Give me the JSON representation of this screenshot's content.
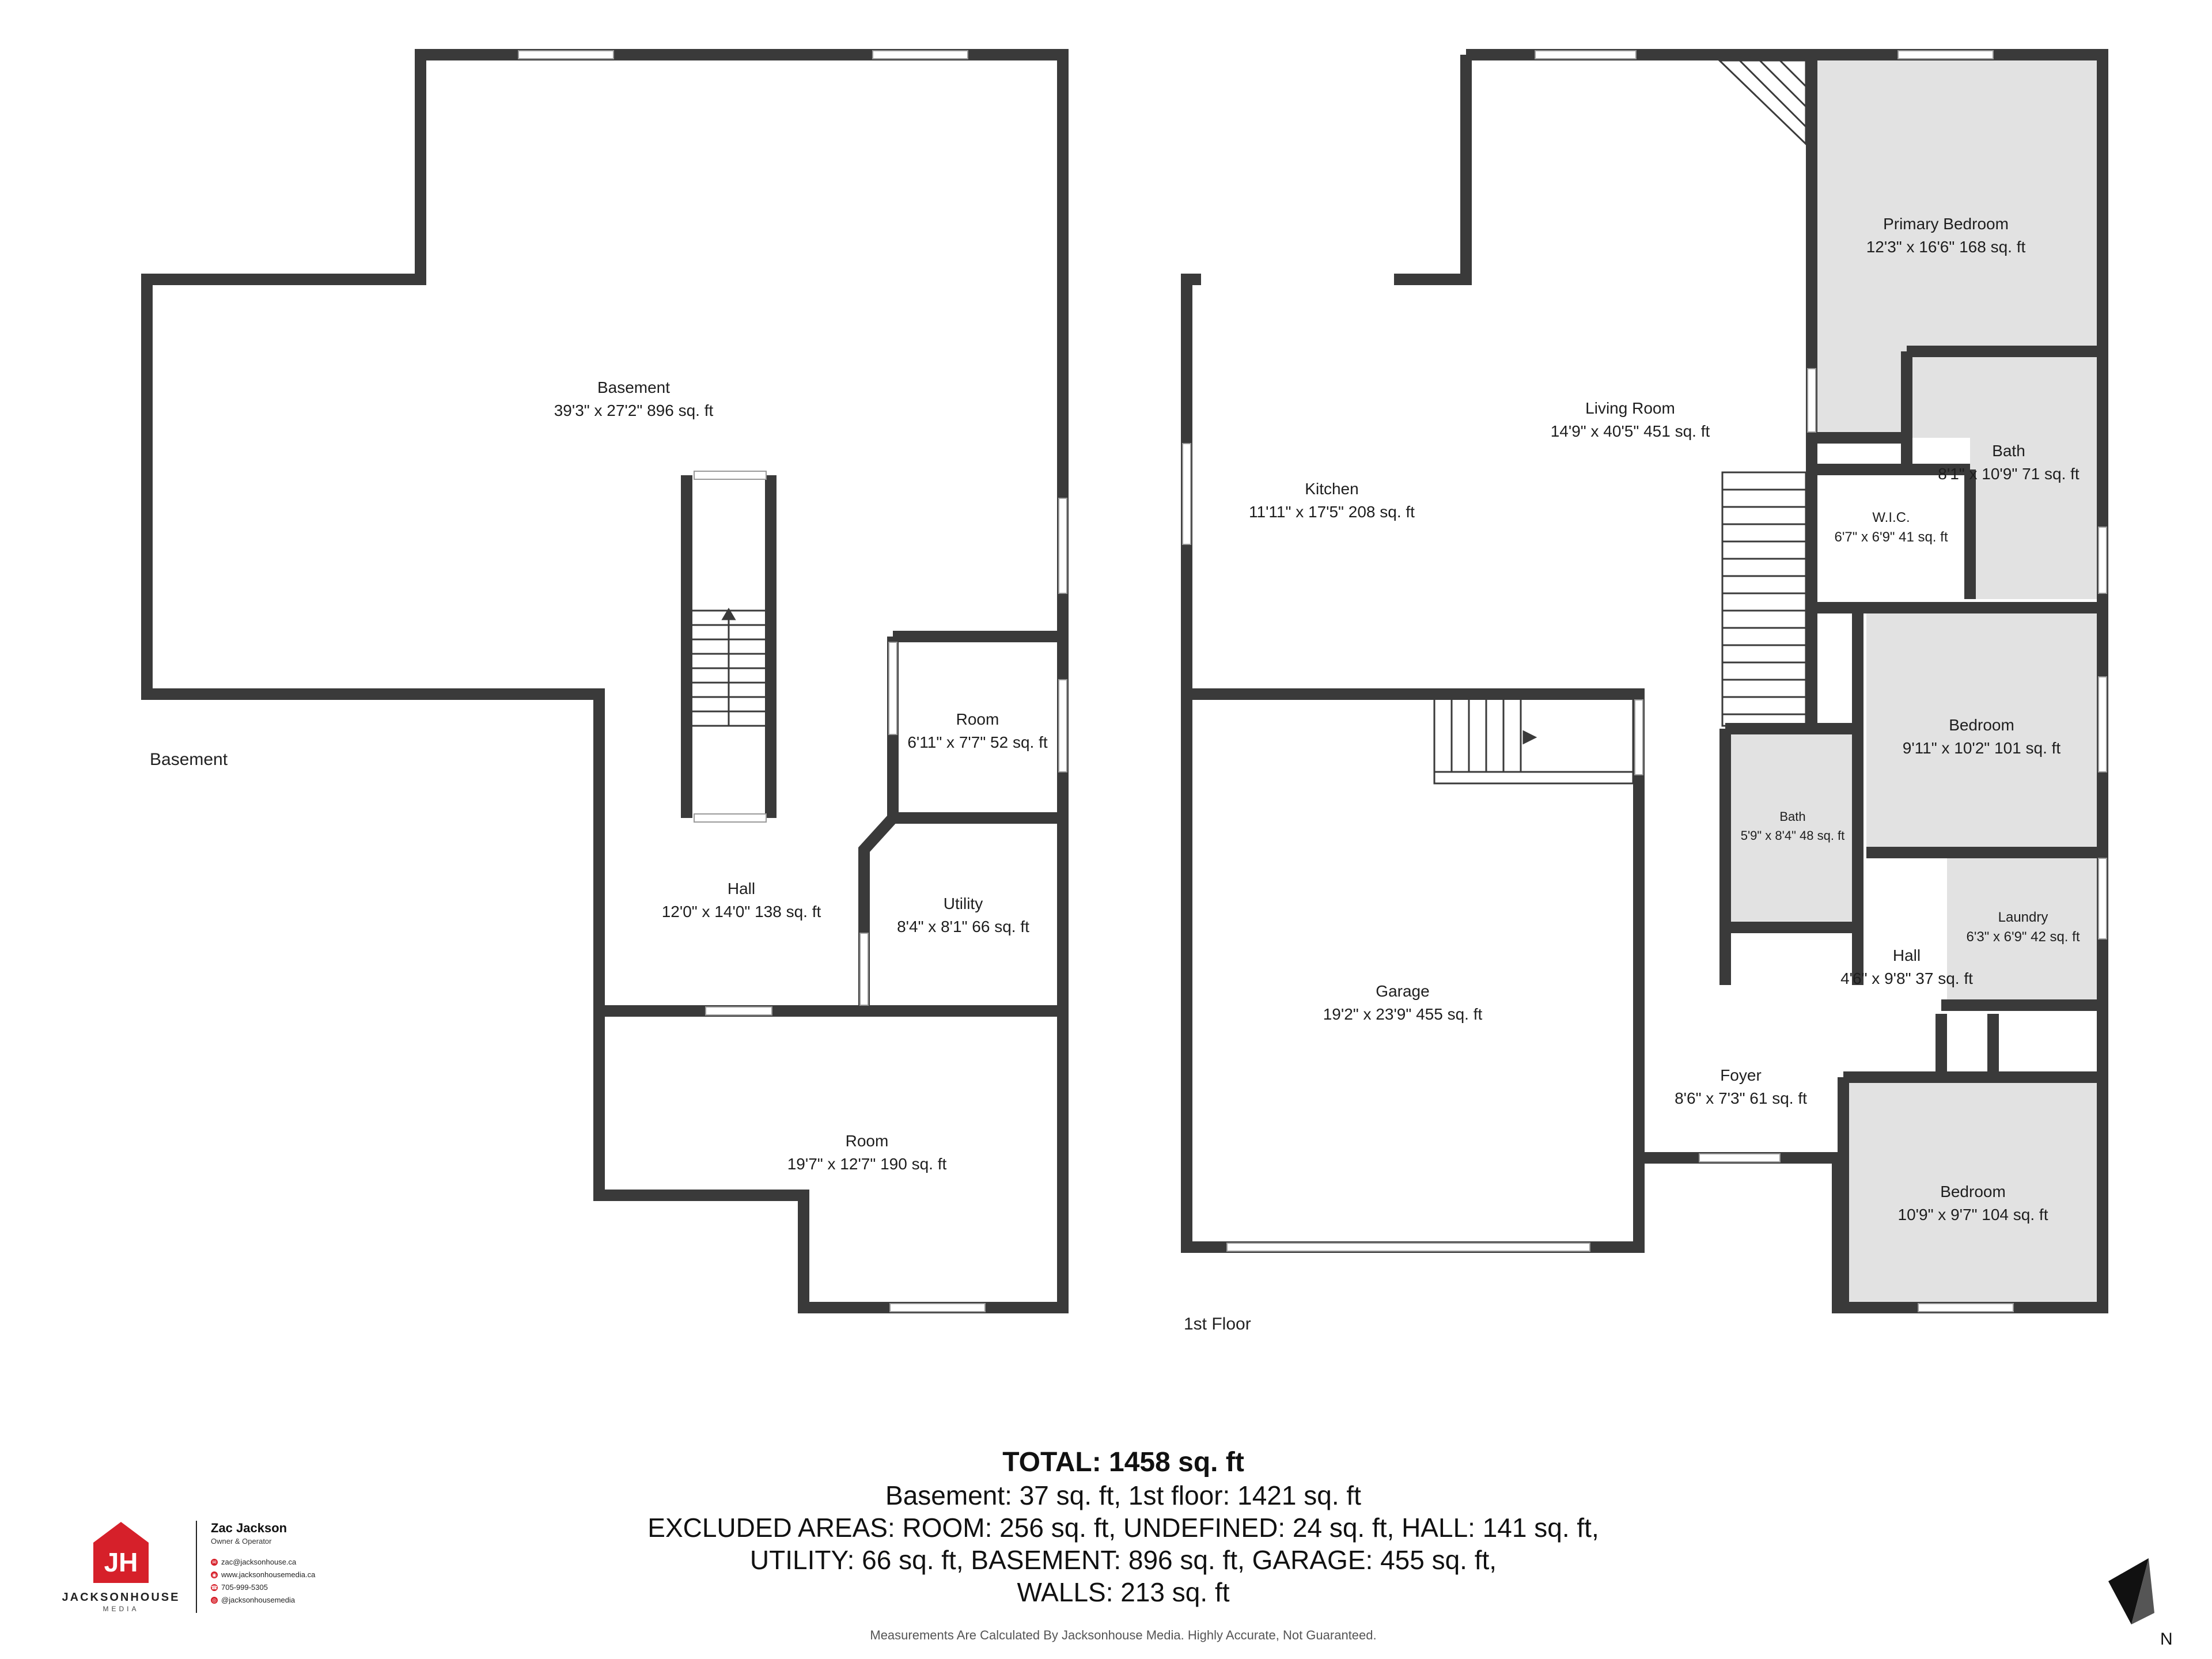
{
  "floors": {
    "basement_label": "Basement",
    "first_label": "1st Floor"
  },
  "rooms": {
    "basement_main": {
      "name": "Basement",
      "dims": "39'3\" x 27'2\" 896 sq. ft"
    },
    "basement_room_small": {
      "name": "Room",
      "dims": "6'11\" x 7'7\" 52 sq. ft"
    },
    "basement_hall": {
      "name": "Hall",
      "dims": "12'0\" x 14'0\" 138 sq. ft"
    },
    "basement_utility": {
      "name": "Utility",
      "dims": "8'4\" x 8'1\" 66 sq. ft"
    },
    "basement_room_large": {
      "name": "Room",
      "dims": "19'7\" x 12'7\" 190 sq. ft"
    },
    "kitchen": {
      "name": "Kitchen",
      "dims": "11'11\" x 17'5\" 208 sq. ft"
    },
    "living_room": {
      "name": "Living Room",
      "dims": "14'9\" x 40'5\" 451 sq. ft"
    },
    "primary_bedroom": {
      "name": "Primary Bedroom",
      "dims": "12'3\" x 16'6\" 168 sq. ft"
    },
    "primary_bath": {
      "name": "Bath",
      "dims": "8'1\" x 10'9\" 71 sq. ft"
    },
    "wic": {
      "name": "W.I.C.",
      "dims": "6'7\" x 6'9\" 41 sq. ft"
    },
    "bedroom_mid": {
      "name": "Bedroom",
      "dims": "9'11\" x 10'2\" 101 sq. ft"
    },
    "bath_small": {
      "name": "Bath",
      "dims": "5'9\" x 8'4\" 48 sq. ft"
    },
    "laundry": {
      "name": "Laundry",
      "dims": "6'3\" x 6'9\" 42 sq. ft"
    },
    "hall_first": {
      "name": "Hall",
      "dims": "4'6\" x 9'8\" 37 sq. ft"
    },
    "garage": {
      "name": "Garage",
      "dims": "19'2\" x 23'9\" 455 sq. ft"
    },
    "foyer": {
      "name": "Foyer",
      "dims": "8'6\" x 7'3\" 61 sq. ft"
    },
    "bedroom_front": {
      "name": "Bedroom",
      "dims": "10'9\" x 9'7\" 104 sq. ft"
    }
  },
  "summary": {
    "total": "TOTAL: 1458 sq. ft",
    "line1": "Basement: 37 sq. ft, 1st floor: 1421 sq. ft",
    "line2": "EXCLUDED AREAS: ROOM: 256 sq. ft, UNDEFINED: 24 sq. ft, HALL: 141 sq. ft,",
    "line3": "UTILITY: 66 sq. ft, BASEMENT: 896 sq. ft, GARAGE: 455 sq. ft,",
    "line4": "WALLS: 213 sq. ft",
    "disclaimer": "Measurements Are Calculated By Jacksonhouse Media. Highly Accurate, Not Guaranteed."
  },
  "brand": {
    "logo_text": "JH",
    "name": "JACKSONHOUSE",
    "sub": "MEDIA",
    "contact_name": "Zac Jackson",
    "contact_role": "Owner & Operator",
    "email": "zac@jacksonhouse.ca",
    "website": "www.jacksonhousemedia.ca",
    "phone": "705-999-5305",
    "social": "@jacksonhousemedia",
    "accent_color": "#d6202a"
  },
  "compass": {
    "label": "N"
  },
  "colors": {
    "wall": "#3a3a3a",
    "shaded_room": "#e2e2e2",
    "window": "#ffffff"
  }
}
